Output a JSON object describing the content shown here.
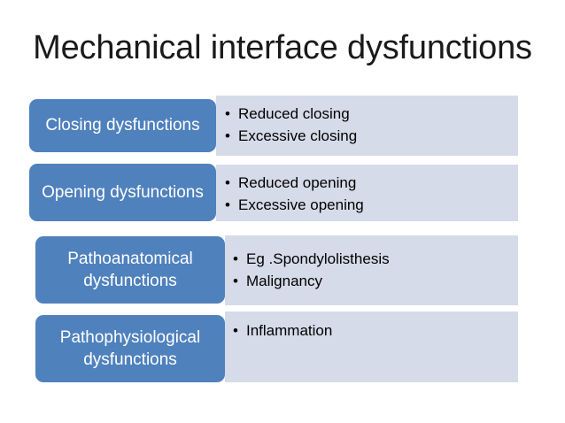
{
  "slide": {
    "title": "Mechanical interface dysfunctions",
    "background_color": "#ffffff",
    "accent_blue": "#4f81bd",
    "arrow_fill": "#d6dbe9",
    "label_text_color": "#ffffff",
    "bullet_text_color": "#000000",
    "bullet_glyph": "•"
  },
  "rows": [
    {
      "label": "Closing dysfunctions",
      "bullets": [
        "Reduced closing",
        "Excessive closing"
      ]
    },
    {
      "label": "Opening dysfunctions",
      "bullets": [
        "Reduced opening",
        "Excessive opening"
      ]
    },
    {
      "label": "Pathoanatomical dysfunctions",
      "bullets": [
        "Eg .Spondylolisthesis",
        "Malignancy"
      ]
    },
    {
      "label": "Pathophysiological dysfunctions",
      "bullets": [
        "Inflammation"
      ]
    }
  ]
}
